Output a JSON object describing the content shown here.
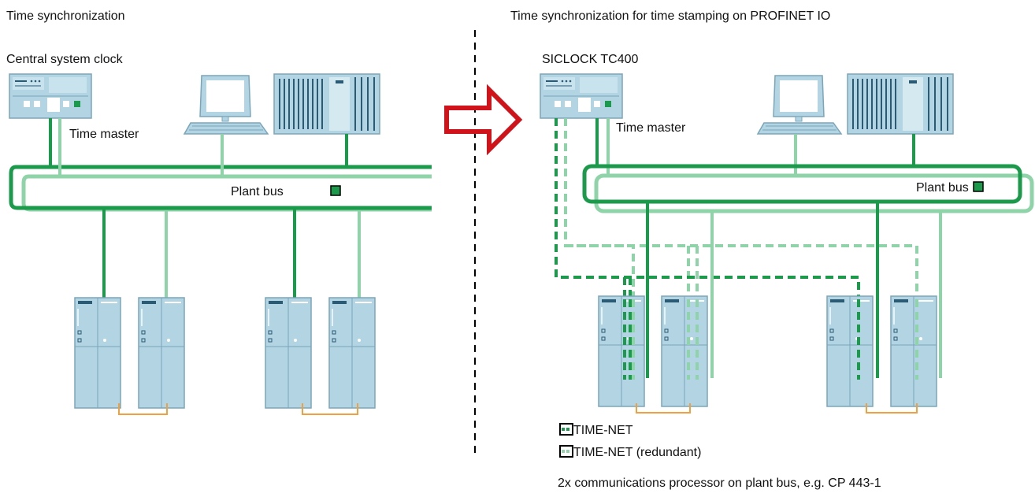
{
  "left_panel": {
    "title": "Time synchronization",
    "clock_label": "Central system clock",
    "time_master_label": "Time master",
    "plant_bus_label": "Plant bus"
  },
  "right_panel": {
    "title": "Time synchronization for time stamping on PROFINET IO",
    "clock_label": "SICLOCK TC400",
    "time_master_label": "Time master",
    "plant_bus_label": "Plant bus",
    "legend": {
      "time_net": "TIME-NET",
      "time_net_redundant": "TIME-NET (redundant)"
    },
    "footnote": "2x communications processor on plant bus, e.g. CP 443-1"
  },
  "colors": {
    "bus_dark": "#1a9a4a",
    "bus_light": "#8fd3a8",
    "device_fill": "#b2d4e3",
    "device_stroke": "#7aa6ba",
    "redundancy_link": "#f0a040",
    "arrow": "#d0121b"
  },
  "icons": [
    "clock-device-icon",
    "workstation-icon",
    "server-rack-icon",
    "controller-cpu-icon",
    "transition-arrow-icon"
  ]
}
